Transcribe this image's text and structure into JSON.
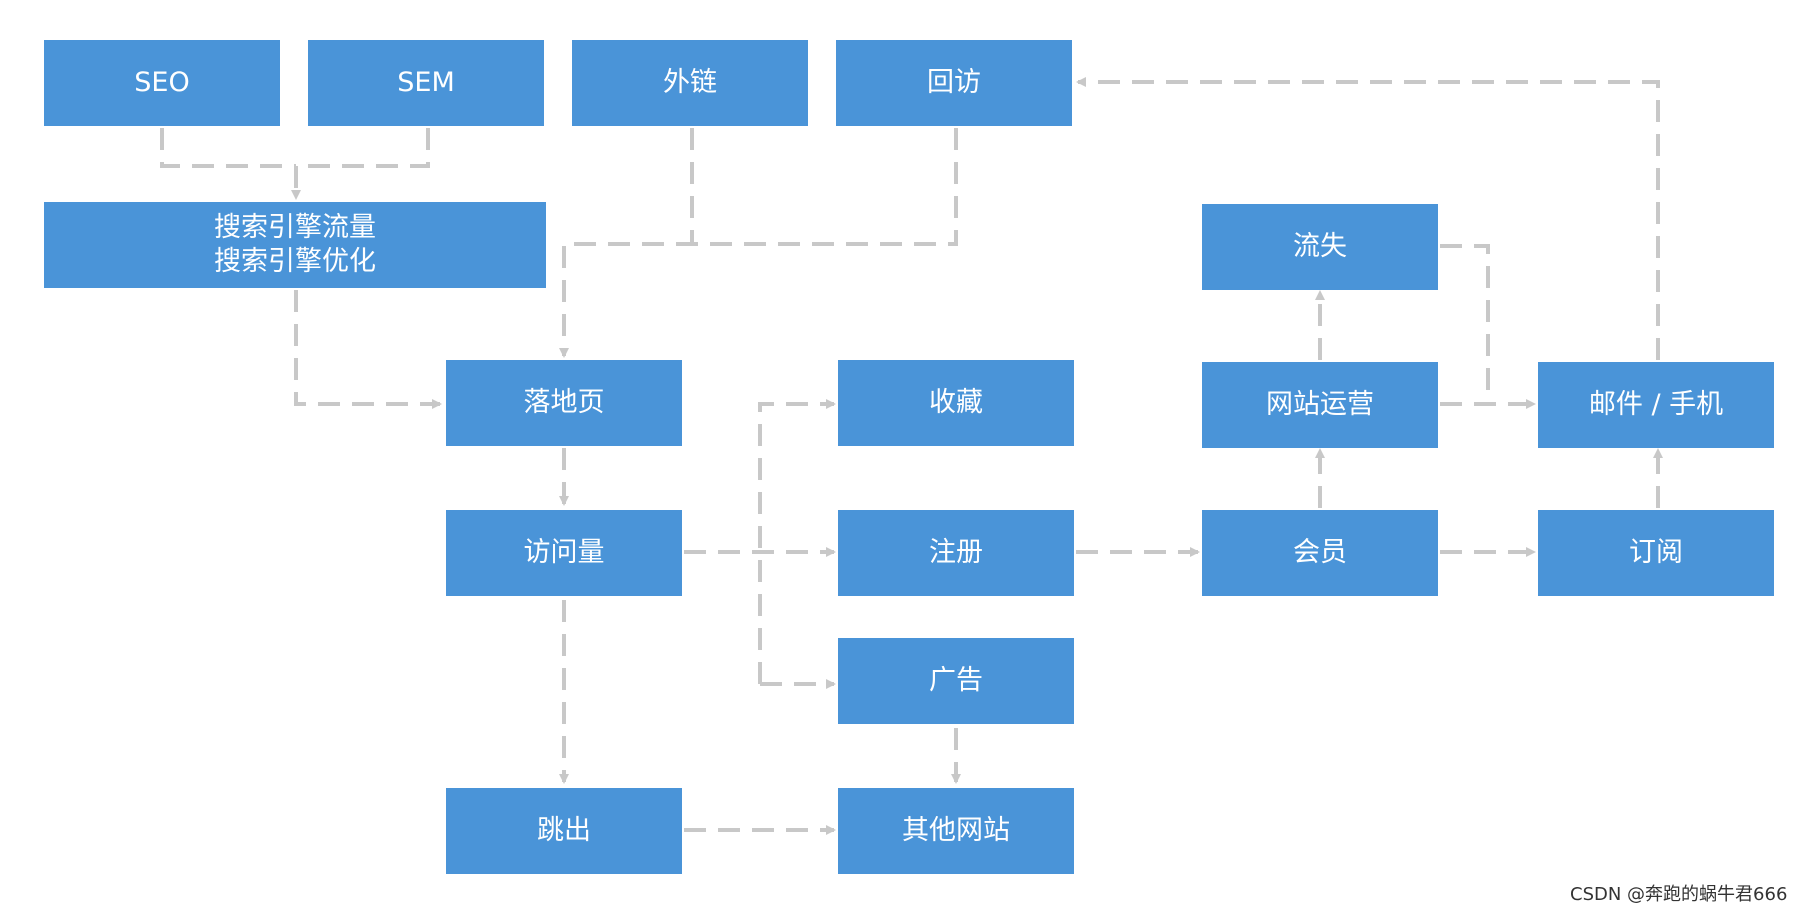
{
  "nodes": {
    "seo": "SEO",
    "sem": "SEM",
    "external_links": "外链",
    "revisit": "回访",
    "search_traffic_line1": "搜索引擎流量",
    "search_traffic_line2": "搜索引擎优化",
    "landing_page": "落地页",
    "visits": "访问量",
    "bounce": "跳出",
    "favorites": "收藏",
    "register": "注册",
    "ads": "广告",
    "other_sites": "其他网站",
    "churn": "流失",
    "site_operations": "网站运营",
    "member": "会员",
    "email_phone": "邮件 / 手机",
    "subscribe": "订阅"
  },
  "colors": {
    "node_fill": "#4a94d8",
    "node_text": "#ffffff",
    "connector": "#c8c8c8"
  },
  "watermark": "CSDN @奔跑的蜗牛君666"
}
